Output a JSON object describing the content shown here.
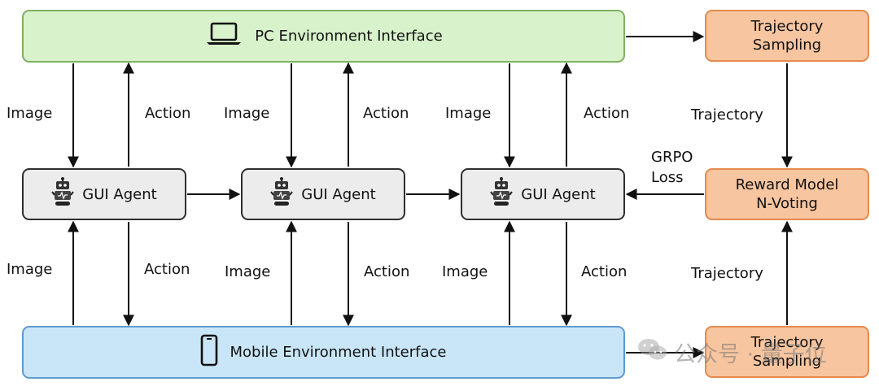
{
  "diagram": {
    "pc_env": {
      "label": "PC Environment Interface",
      "icon": "laptop-icon",
      "fill": "#d8f2cb",
      "border": "#7fb062"
    },
    "mobile_env": {
      "label": "Mobile Environment Interface",
      "icon": "phone-icon",
      "fill": "#c9e6f8",
      "border": "#5e9ad0"
    },
    "agents": [
      {
        "label": "GUI Agent",
        "icon": "robot-icon"
      },
      {
        "label": "GUI Agent",
        "icon": "robot-icon"
      },
      {
        "label": "GUI Agent",
        "icon": "robot-icon"
      }
    ],
    "sampling_top": {
      "line1": "Trajectory",
      "line2": "Sampling"
    },
    "reward_model": {
      "line1": "Reward Model",
      "line2": "N-Voting"
    },
    "sampling_bottom": {
      "line1": "Trajectory",
      "line2": "Sampling"
    },
    "edge_labels": {
      "image": "Image",
      "action": "Action",
      "trajectory": "Trajectory",
      "grpo_line1": "GRPO",
      "grpo_line2": "Loss"
    },
    "colors": {
      "agent_fill": "#ececec",
      "orange_fill": "#f7c59f",
      "orange_border": "#e58a4e"
    },
    "watermark": {
      "text": "公众号 · 量子位",
      "icon": "wechat-icon"
    }
  }
}
